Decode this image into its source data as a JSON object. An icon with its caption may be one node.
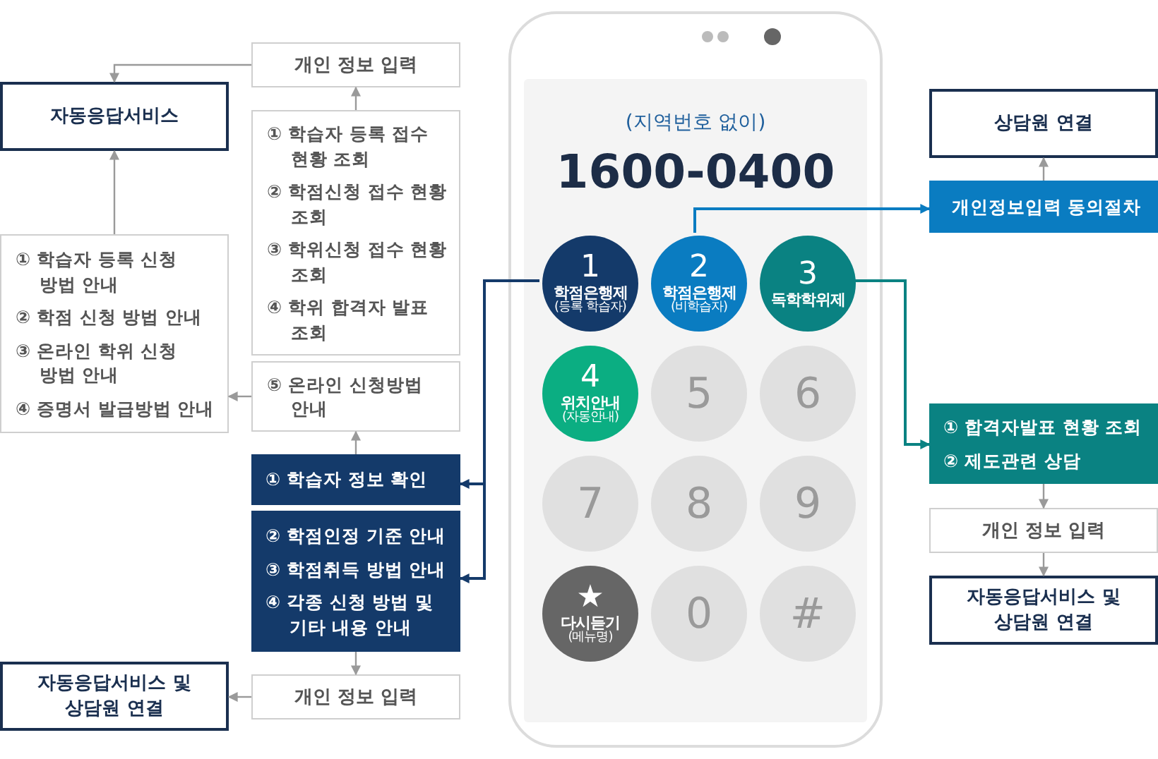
{
  "diagram": {
    "nodes": [
      {
        "text": [
          "(지역번호 없이)",
          "1600-0400"
        ]
      },
      {
        "text": [
          "1",
          "학점은행제",
          "(등록 학습자)"
        ],
        "in": 0
      },
      {
        "text": [
          "2",
          "학점은행제",
          "(비학습자)"
        ],
        "in": 0
      },
      {
        "text": [
          "3",
          "독학학위제"
        ],
        "in": 0
      },
      {
        "text": [
          "4",
          "위치안내",
          "(자동안내)"
        ],
        "in": 0
      },
      {
        "text": [
          "5"
        ],
        "in": 0
      },
      {
        "text": [
          "6"
        ],
        "in": 0
      },
      {
        "text": [
          "7"
        ],
        "in": 0
      },
      {
        "text": [
          "8"
        ],
        "in": 0
      },
      {
        "text": [
          "9"
        ],
        "in": 0
      },
      {
        "text": [
          "★",
          "다시듣기",
          "(메뉴명)"
        ],
        "in": 0
      },
      {
        "text": [
          "0"
        ],
        "in": 0
      },
      {
        "text": [
          "#"
        ],
        "in": 0
      },
      {
        "text": [
          "개인 정보 입력"
        ]
      },
      {
        "text": [
          "자동응답서비스"
        ]
      },
      {
        "text": [
          "① 학습자 등록 접수 현황 조회",
          "② 학점신청 접수 현황 조회",
          "③ 학위신청 접수 현황 조회",
          "④ 학위 합격자 발표 조회"
        ]
      },
      {
        "text": [
          "① 학습자 등록 신청 방법 안내",
          "② 학점 신청 방법 안내",
          "③ 온라인 학위 신청 방법 안내",
          "④ 증명서 발급방법 안내"
        ]
      },
      {
        "text": [
          "⑤ 온라인 신청방법 안내"
        ]
      },
      {
        "text": [
          "① 학습자 정보 확인"
        ]
      },
      {
        "text": [
          "② 학점인정 기준 안내",
          "③ 학점취득 방법 안내",
          "④ 각종 신청 방법 및 기타 내용 안내"
        ]
      },
      {
        "text": [
          "개인 정보 입력"
        ]
      },
      {
        "text": [
          "자동응답서비스 및 상담원 연결"
        ]
      },
      {
        "text": [
          "상담원 연결"
        ]
      },
      {
        "text": [
          "개인정보입력 동의절차"
        ]
      },
      {
        "text": [
          "① 합격자발표 현황 조회",
          "② 제도관련 상담"
        ]
      },
      {
        "text": [
          "개인 정보 입력"
        ]
      },
      {
        "text": [
          "자동응답서비스 및 상담원 연결"
        ]
      }
    ],
    "edges": [
      {
        "from": 1,
        "to": 18,
        "arrow": "to",
        "color": "#143a6a"
      },
      {
        "from": 1,
        "to": 19,
        "arrow": "to",
        "color": "#143a6a"
      },
      {
        "from": 2,
        "to": 23,
        "arrow": "to",
        "color": "#0a7cc1"
      },
      {
        "from": 3,
        "to": 24,
        "arrow": "to",
        "color": "#0a8282"
      },
      {
        "from": 15,
        "to": 13,
        "arrow": "to"
      },
      {
        "from": 13,
        "to": 14,
        "arrow": "to"
      },
      {
        "from": 16,
        "to": 14,
        "arrow": "to"
      },
      {
        "from": 17,
        "to": 16,
        "arrow": "to"
      },
      {
        "from": 18,
        "to": 17,
        "arrow": "to"
      },
      {
        "from": 19,
        "to": 20,
        "arrow": "to"
      },
      {
        "from": 20,
        "to": 21,
        "arrow": "to"
      },
      {
        "from": 23,
        "to": 22,
        "arrow": "to"
      },
      {
        "from": 24,
        "to": 25,
        "arrow": "to"
      },
      {
        "from": 25,
        "to": 26,
        "arrow": "to"
      }
    ]
  }
}
